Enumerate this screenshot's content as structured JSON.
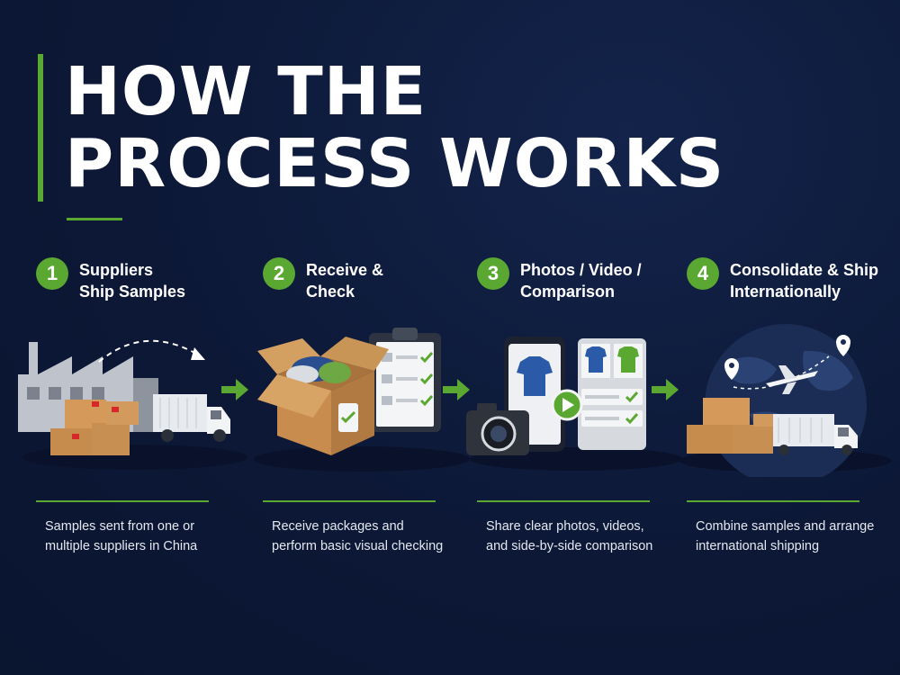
{
  "title": {
    "line1": "HOW THE",
    "line2": "PROCESS WORKS"
  },
  "accent_color": "#5aa832",
  "background_color": "#0d1a3a",
  "steps": [
    {
      "number": "1",
      "title_line1": "Suppliers",
      "title_line2": "Ship Samples",
      "illustration": "factory-truck-boxes",
      "desc_line1": "Samples sent from one or",
      "desc_line2": "multiple suppliers in China"
    },
    {
      "number": "2",
      "title_line1": "Receive &",
      "title_line2": "Check",
      "illustration": "open-box-clipboard",
      "desc_line1": "Receive packages and",
      "desc_line2": "perform basic visual checking"
    },
    {
      "number": "3",
      "title_line1": "Photos / Video /",
      "title_line2": "Comparison",
      "illustration": "phone-camera-comparison",
      "desc_line1": "Share clear photos, videos,",
      "desc_line2": "and side-by-side comparison"
    },
    {
      "number": "4",
      "title_line1": "Consolidate & Ship",
      "title_line2": "Internationally",
      "illustration": "globe-plane-truck",
      "desc_line1": "Combine samples and arrange",
      "desc_line2": "international shipping"
    }
  ],
  "arrows": [
    "arrow-right-icon",
    "arrow-right-icon",
    "arrow-right-icon"
  ]
}
